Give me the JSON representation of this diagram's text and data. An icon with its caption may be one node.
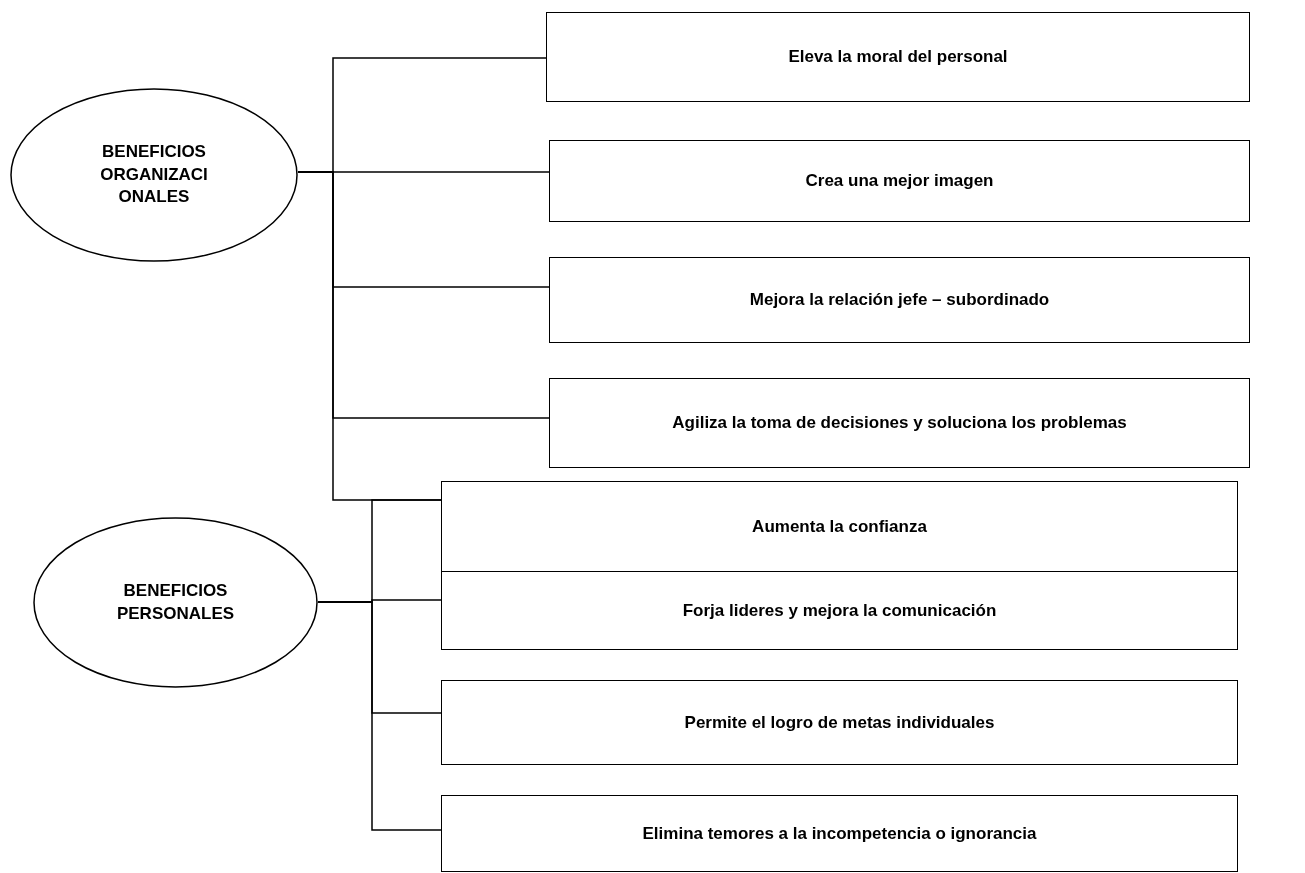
{
  "diagram": {
    "nodes": [
      {
        "text": [
          "BENEFICIOS ORGANIZACIONALES"
        ]
      },
      {
        "text": [
          "Eleva la moral del personal"
        ]
      },
      {
        "text": [
          "Crea una mejor imagen"
        ]
      },
      {
        "text": [
          "Mejora la relación jefe – subordinado"
        ]
      },
      {
        "text": [
          "Agiliza la toma de decisiones  y soluciona los problemas"
        ]
      },
      {
        "text": [
          "BENEFICIOS PERSONALES"
        ]
      },
      {
        "text": [
          "Aumenta la confianza"
        ]
      },
      {
        "text": [
          "Forja lideres y mejora la comunicación"
        ]
      },
      {
        "text": [
          "Permite el logro de metas individuales"
        ]
      },
      {
        "text": [
          "Elimina temores a la incompetencia o ignorancia"
        ]
      }
    ],
    "edges": [
      {
        "from": 0,
        "to": 1,
        "arrow": "none"
      },
      {
        "from": 0,
        "to": 2,
        "arrow": "none"
      },
      {
        "from": 0,
        "to": 3,
        "arrow": "none"
      },
      {
        "from": 0,
        "to": 4,
        "arrow": "none"
      },
      {
        "from": 0,
        "to": 6,
        "arrow": "none"
      },
      {
        "from": 5,
        "to": 6,
        "arrow": "none"
      },
      {
        "from": 5,
        "to": 7,
        "arrow": "none"
      },
      {
        "from": 5,
        "to": 8,
        "arrow": "none"
      },
      {
        "from": 5,
        "to": 9,
        "arrow": "none"
      }
    ]
  }
}
